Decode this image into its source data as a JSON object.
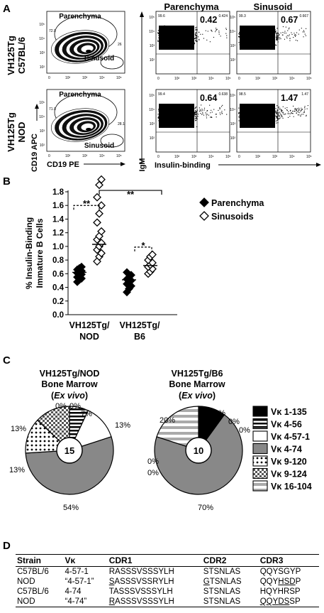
{
  "panel_a": {
    "letter": "A",
    "col_headers": [
      "Parenchyma",
      "Sinusoid"
    ],
    "row_labels": [
      {
        "l1": "VH125Tg",
        "l2": "C57BL/6"
      },
      {
        "l1": "VH125Tg",
        "l2": "NOD"
      }
    ],
    "gate_labels": {
      "parenchyma": "Parenchyma",
      "sinusoid": "Sinusoid"
    },
    "facs_x_label": "CD19 PE",
    "facs_y_label": "CD19 APC",
    "dot_x_label": "Insulin-binding",
    "dot_y_label": "IgM",
    "gate_numbers": [
      {
        "upper": "72.9",
        "lower": "26"
      },
      {
        "upper": "71.9",
        "lower": "28.1"
      }
    ],
    "big_values": [
      [
        "0.42",
        "0.67"
      ],
      [
        "0.64",
        "1.47"
      ]
    ],
    "small_left": [
      [
        "99.6",
        "99.3"
      ],
      [
        "99.4",
        "98.5"
      ]
    ],
    "small_right": [
      [
        "0.424",
        "0.667"
      ],
      [
        "0.638",
        "1.47"
      ]
    ],
    "tick_labels": [
      "0",
      "10²",
      "10³",
      "10⁴",
      "10⁵"
    ]
  },
  "panel_b": {
    "letter": "B",
    "ylabel_l1": "% Insulin-Binding",
    "ylabel_l2": "Immature B Cells",
    "yticks": [
      "0.0",
      "0.2",
      "0.4",
      "0.6",
      "0.8",
      "1.0",
      "1.2",
      "1.4",
      "1.6",
      "1.8"
    ],
    "groups": [
      {
        "l1": "VH125Tg/",
        "l2": "NOD"
      },
      {
        "l1": "VH125Tg/",
        "l2": "B6"
      }
    ],
    "legend": [
      "Parenchyma",
      "Sinusoids"
    ],
    "sig": [
      "**",
      "**",
      "*"
    ]
  },
  "chart_data": {
    "type": "scatter",
    "ylabel": "% Insulin-Binding Immature B Cells",
    "ylim": [
      0,
      1.8
    ],
    "categories": [
      "VH125Tg/NOD",
      "VH125Tg/B6"
    ],
    "series": [
      {
        "name": "Parenchyma",
        "NOD": [
          0.48,
          0.51,
          0.53,
          0.55,
          0.57,
          0.59,
          0.61,
          0.62,
          0.64,
          0.66,
          0.68,
          0.7
        ],
        "B6": [
          0.33,
          0.38,
          0.42,
          0.45,
          0.48,
          0.5,
          0.52,
          0.55,
          0.58,
          0.62
        ]
      },
      {
        "name": "Sinusoids",
        "NOD": [
          0.78,
          0.85,
          0.9,
          0.95,
          1.0,
          1.05,
          1.1,
          1.15,
          1.22,
          1.35,
          1.48,
          1.6,
          1.72,
          1.9,
          2.0
        ],
        "B6": [
          0.6,
          0.63,
          0.67,
          0.7,
          0.73,
          0.76,
          0.8,
          0.85,
          0.88
        ]
      }
    ],
    "means": {
      "Parenchyma": {
        "NOD": 0.62,
        "B6": 0.51
      },
      "Sinusoids": {
        "NOD": 1.03,
        "B6": 0.72
      }
    }
  },
  "panel_c": {
    "letter": "C",
    "pie1_title": [
      "VH125Tg/NOD",
      "Bone Marrow",
      "Ex vivo"
    ],
    "pie2_title": [
      "VH125Tg/B6",
      "Bone Marrow",
      "Ex vivo"
    ],
    "pie1_center": "15",
    "pie2_center": "10",
    "pie1": [
      {
        "label": "Vκ 1-135",
        "pct": "0%",
        "value": 0
      },
      {
        "label": "Vκ 4-56",
        "pct": "7%",
        "value": 7
      },
      {
        "label": "Vκ 4-57-1",
        "pct": "13%",
        "value": 13
      },
      {
        "label": "Vκ 4-74",
        "pct": "54%",
        "value": 54
      },
      {
        "label": "Vκ 9-120",
        "pct": "13%",
        "value": 13
      },
      {
        "label": "Vκ 9-124",
        "pct": "13%",
        "value": 13
      },
      {
        "label": "Vκ 16-104",
        "pct": "0%",
        "value": 0
      }
    ],
    "pie2": [
      {
        "label": "Vκ 1-135",
        "pct": "10%",
        "value": 10
      },
      {
        "label": "Vκ 4-56",
        "pct": "0%",
        "value": 0
      },
      {
        "label": "Vκ 4-57-1",
        "pct": "0%",
        "value": 0
      },
      {
        "label": "Vκ 4-74",
        "pct": "70%",
        "value": 70
      },
      {
        "label": "Vκ 9-120",
        "pct": "0%",
        "value": 0
      },
      {
        "label": "Vκ 9-124",
        "pct": "0%",
        "value": 0
      },
      {
        "label": "Vκ 16-104",
        "pct": "20%",
        "value": 20
      }
    ],
    "legend": [
      "Vκ 1-135",
      "Vκ 4-56",
      "Vκ 4-57-1",
      "Vκ 4-74",
      "Vκ 9-120",
      "Vκ 9-124",
      "Vκ 16-104"
    ]
  },
  "panel_d": {
    "letter": "D",
    "headers": [
      "Strain",
      "Vκ",
      "CDR1",
      "CDR2",
      "CDR3"
    ],
    "rows": [
      [
        "C57BL/6",
        "4-57-1",
        "RASSSVSSSYLH",
        "STSNLAS",
        "QQYSGYP"
      ],
      [
        "NOD",
        "“4-57-1”",
        "SASSSVSSRYLH",
        "GTSNLAS",
        "QQYHSDP"
      ],
      [
        "C57BL/6",
        "4-74",
        "TASSSVSSSYLH",
        "STSNLAS",
        "HQYHRSP"
      ],
      [
        "NOD",
        "“4-74”",
        "RASSSVSSSYLH",
        "STSNLAS",
        "QQYDSSP"
      ]
    ]
  }
}
